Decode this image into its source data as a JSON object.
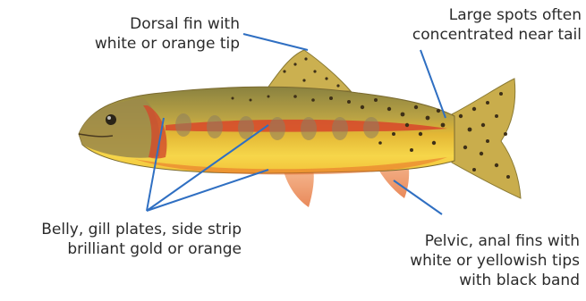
{
  "labels": {
    "dorsal": [
      "Dorsal fin with",
      "white or orange tip"
    ],
    "spots": [
      "Large spots often",
      "concentrated near tail"
    ],
    "belly": [
      "Belly, gill plates, side strip",
      "brilliant gold or orange"
    ],
    "pelvic": [
      "Pelvic, anal fins with",
      "white or yellowish tips",
      "with black band"
    ]
  },
  "colors": {
    "leader": "#2f6fc2",
    "body_gold": "#e7b733",
    "back_olive": "#9a8a3e",
    "stripe_red": "#d8462a",
    "belly_yellow": "#f6d44a",
    "fin_orange": "#f0a070",
    "spot": "#4a3a20"
  }
}
